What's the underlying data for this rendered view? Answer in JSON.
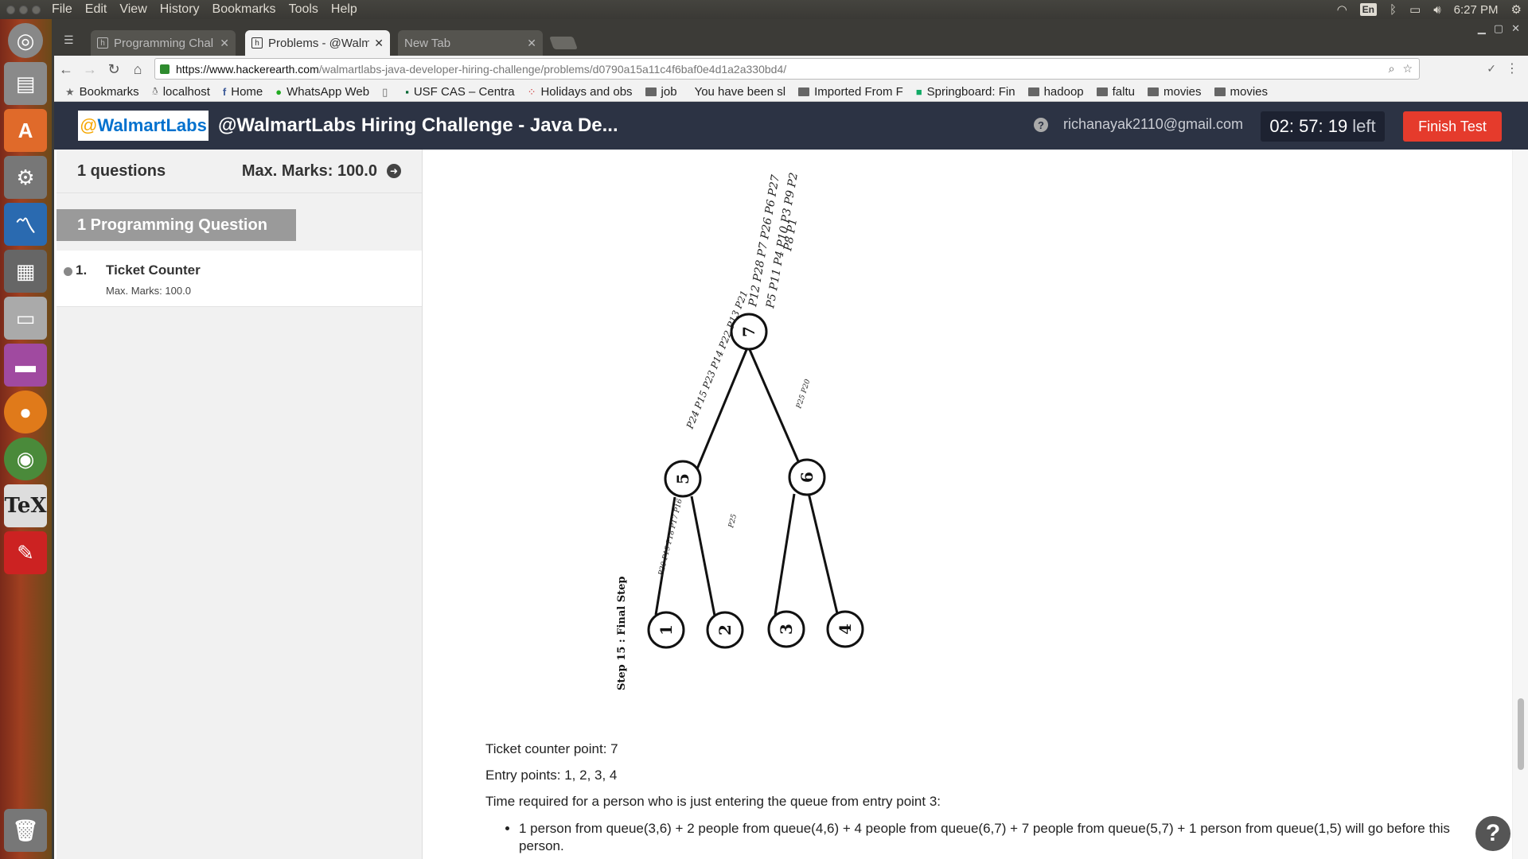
{
  "os": {
    "menu": [
      "File",
      "Edit",
      "View",
      "History",
      "Bookmarks",
      "Tools",
      "Help"
    ],
    "keyboard": "En",
    "time": "6:27 PM"
  },
  "tabs": [
    {
      "title": "Programming Chal",
      "active": false
    },
    {
      "title": "Problems - @Walm",
      "active": true
    },
    {
      "title": "New Tab",
      "active": false
    }
  ],
  "url": {
    "host": "https://www.hackerearth.com",
    "path": "/walmartlabs-java-developer-hiring-challenge/problems/d0790a15a11c4f6baf0e4d1a2a330bd4/"
  },
  "bookmarks": [
    {
      "label": "Bookmarks",
      "icon": "star-icon"
    },
    {
      "label": "localhost",
      "icon": "linux-icon"
    },
    {
      "label": "Home",
      "icon": "facebook-icon"
    },
    {
      "label": "WhatsApp Web",
      "icon": "whatsapp-icon"
    },
    {
      "label": "",
      "icon": "page-icon"
    },
    {
      "label": "USF CAS – Centra",
      "icon": "usf-icon"
    },
    {
      "label": "Holidays and obs",
      "icon": "dots-icon"
    },
    {
      "label": "job",
      "icon": "folder-icon"
    },
    {
      "label": "You have been sl",
      "icon": "blank-icon"
    },
    {
      "label": "Imported From F",
      "icon": "folder-icon"
    },
    {
      "label": "Springboard: Fin",
      "icon": "springboard-icon"
    },
    {
      "label": "hadoop",
      "icon": "folder-icon"
    },
    {
      "label": "faltu",
      "icon": "folder-icon"
    },
    {
      "label": "movies",
      "icon": "folder-icon"
    },
    {
      "label": "movies",
      "icon": "folder-icon"
    }
  ],
  "header": {
    "logo_at": "@",
    "logo_name": "WalmartLabs",
    "title": "@WalmartLabs Hiring Challenge - Java De...",
    "email": "richanayak2110@gmail.com",
    "timer": "02: 57: 19",
    "timer_suffix": "left",
    "finish_label": "Finish Test"
  },
  "sidebar": {
    "questions_count": "1 questions",
    "max_marks": "Max. Marks: 100.0",
    "section": "1 Programming Question",
    "items": [
      {
        "number": "1.",
        "name": "Ticket Counter",
        "marks": "Max. Marks: 100.0"
      }
    ]
  },
  "diagram": {
    "nodes": [
      "7",
      "5",
      "6",
      "1",
      "2",
      "3",
      "4"
    ],
    "top_label_1": "P12 P28 P7 P26 P6 P27",
    "top_label_2": "P5 P11 P4 P10 P3 P9 P2",
    "top_label_3": "P8 P1",
    "edge_7_5": "P24 P15 P23 P14 P22 P13 P21",
    "edge_7_6": "P25 P20",
    "edge_5_1": "P20 P19 P18 P17 P16",
    "edge_5_2": "P25",
    "step_label": "Step 15 : Final Step"
  },
  "content": {
    "line1": "Ticket counter point: 7",
    "line2": "Entry points: 1, 2, 3, 4",
    "line3": "Time required for a person who is just entering the queue from entry point 3:",
    "bullet1": "1 person from queue(3,6) + 2 people from queue(4,6) + 4 people from queue(6,7) + 7 people from queue(5,7) + 1 person from queue(1,5) will go before this person."
  }
}
